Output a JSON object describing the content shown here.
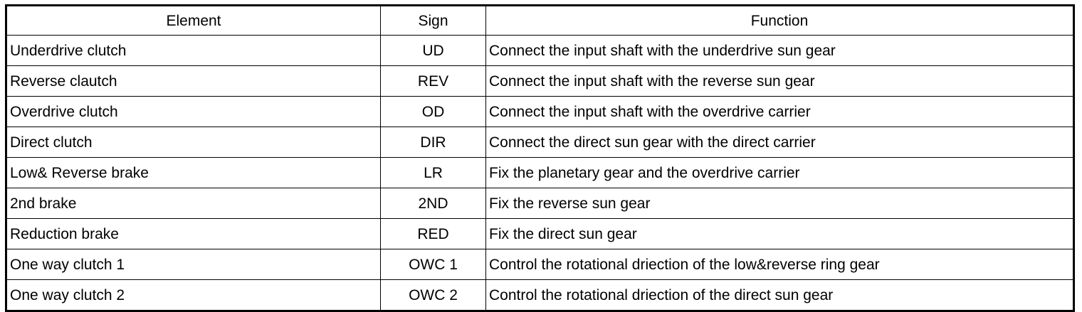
{
  "table": {
    "headers": [
      "Element",
      "Sign",
      "Function"
    ],
    "rows": [
      [
        "Underdrive clutch",
        "UD",
        "Connect the input shaft with the underdrive sun gear"
      ],
      [
        "Reverse clautch",
        "REV",
        "Connect the input shaft with the reverse sun gear"
      ],
      [
        "Overdrive clutch",
        "OD",
        "Connect the input shaft with the overdrive carrier"
      ],
      [
        "Direct clutch",
        "DIR",
        "Connect the direct sun gear with the direct carrier"
      ],
      [
        "Low& Reverse brake",
        "LR",
        "Fix the planetary gear and the overdrive carrier"
      ],
      [
        "2nd brake",
        "2ND",
        "Fix the reverse sun gear"
      ],
      [
        "Reduction brake",
        "RED",
        "Fix the direct sun gear"
      ],
      [
        "One way clutch 1",
        "OWC 1",
        "Control the rotational driection of the low&reverse ring gear"
      ],
      [
        "One way clutch 2",
        "OWC 2",
        "Control the rotational driection of the direct sun gear"
      ]
    ]
  }
}
